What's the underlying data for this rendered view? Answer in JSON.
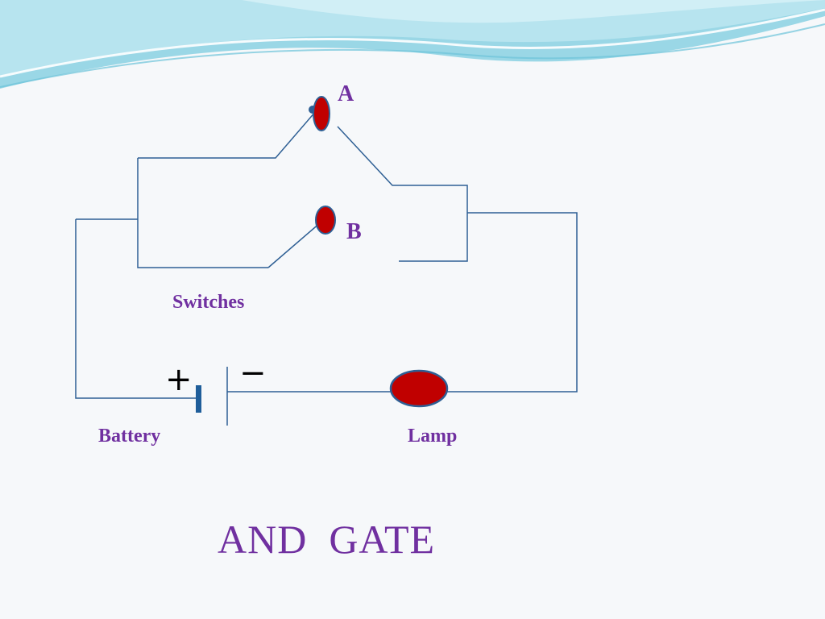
{
  "diagram": {
    "switch_a_label": "A",
    "switch_b_label": "B",
    "switches_label": "Switches",
    "battery_label": "Battery",
    "lamp_label": "Lamp",
    "plus_sign": "+",
    "minus_sign": "−",
    "title": "AND  GATE"
  },
  "colors": {
    "wire": "#2e5f94",
    "switch_contact": "#c00000",
    "label_text": "#7030a0",
    "battery_plate": "#1f5e9a",
    "header_wave": "#8fd3e4"
  }
}
